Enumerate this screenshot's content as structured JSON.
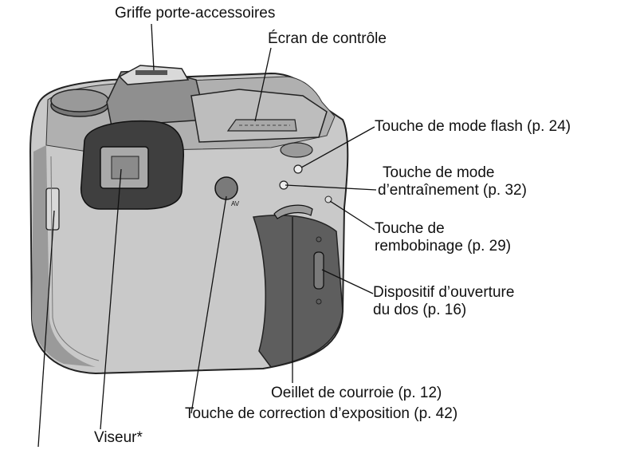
{
  "figure": {
    "labels": {
      "accessory_shoe": "Griffe porte-accessoires",
      "control_panel": "Écran de contrôle",
      "flash_mode_button": "Touche de mode flash (p. 24)",
      "drive_mode_button": [
        "Touche de mode",
        "d’entraînement (p. 32)"
      ],
      "rewind_button": [
        "Touche de",
        "rembobinage (p. 29)"
      ],
      "back_cover_release": [
        "Dispositif d’ouverture",
        "du dos (p. 16)"
      ],
      "strap_eyelet": "Oeillet de courroie (p. 12)",
      "exposure_comp_button": "Touche de correction d’exposition (p. 42)",
      "viewfinder": "Viseur*"
    },
    "button_marks": {
      "exposure_comp_mark": "AV"
    },
    "colors": {
      "ink": "#111111",
      "body_fill": "#c9c9c9",
      "body_dark": "#6f6f6f",
      "background": "#ffffff"
    }
  }
}
